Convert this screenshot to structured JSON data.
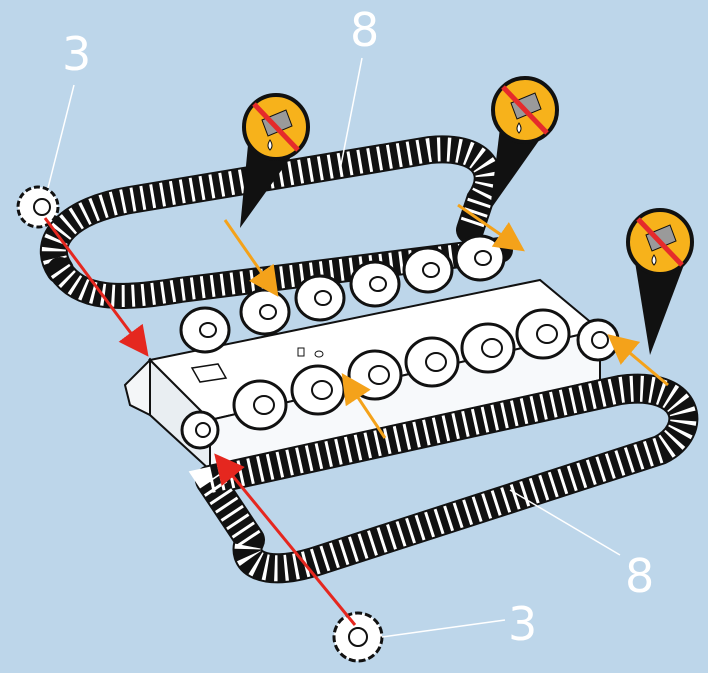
{
  "callouts": {
    "part_a_left": "3",
    "part_a_bottom": "3",
    "part_b_top": "8",
    "part_b_bottom": "8"
  },
  "colors": {
    "background": "#bdd6ea",
    "assembly_arrow": "#e5271f",
    "placement_arrow": "#f4a21a",
    "warning_badge": "#f7b21b",
    "prohibition_slash": "#e52b2b",
    "outline": "#111111",
    "part_fill": "#ffffff"
  },
  "icons": {
    "no_lubricant": "no-lubricant-icon"
  }
}
